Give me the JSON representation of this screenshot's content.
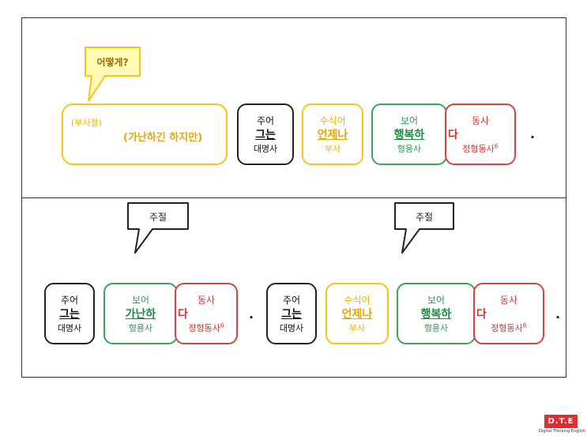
{
  "top": {
    "callout": "어떻게?",
    "clause": {
      "tag": "(부사절)",
      "text": "(가난하긴 하지만)"
    },
    "subject": {
      "role": "주어",
      "word": "그는",
      "pos": "대명사"
    },
    "modifier": {
      "role": "수식어",
      "word": "언제나",
      "pos": "부사"
    },
    "complement": {
      "role": "보어",
      "word": "행복하",
      "pos": "형용사"
    },
    "verb": {
      "role": "동사",
      "word": "다",
      "pos": "정형동사",
      "sup": "6"
    },
    "period": "."
  },
  "bottom": {
    "left": {
      "callout": "주절",
      "subject": {
        "role": "주어",
        "word": "그는",
        "pos": "대명사"
      },
      "complement": {
        "role": "보어",
        "word": "가난하",
        "pos": "형용사"
      },
      "verb": {
        "role": "동사",
        "word": "다",
        "pos": "정형동사",
        "sup": "6"
      },
      "period": "."
    },
    "right": {
      "callout": "주절",
      "subject": {
        "role": "주어",
        "word": "그는",
        "pos": "대명사"
      },
      "modifier": {
        "role": "수식어",
        "word": "언제나",
        "pos": "부사"
      },
      "complement": {
        "role": "보어",
        "word": "행복하",
        "pos": "형용사"
      },
      "verb": {
        "role": "동사",
        "word": "다",
        "pos": "정형동사",
        "sup": "6"
      },
      "period": "."
    }
  },
  "logo": {
    "mark": "D.T.E",
    "sub": "Digital Thinking English"
  },
  "colors": {
    "subject": "#222222",
    "modifier": "#f5c518",
    "complement": "#35a85a",
    "verb": "#d9413f"
  }
}
